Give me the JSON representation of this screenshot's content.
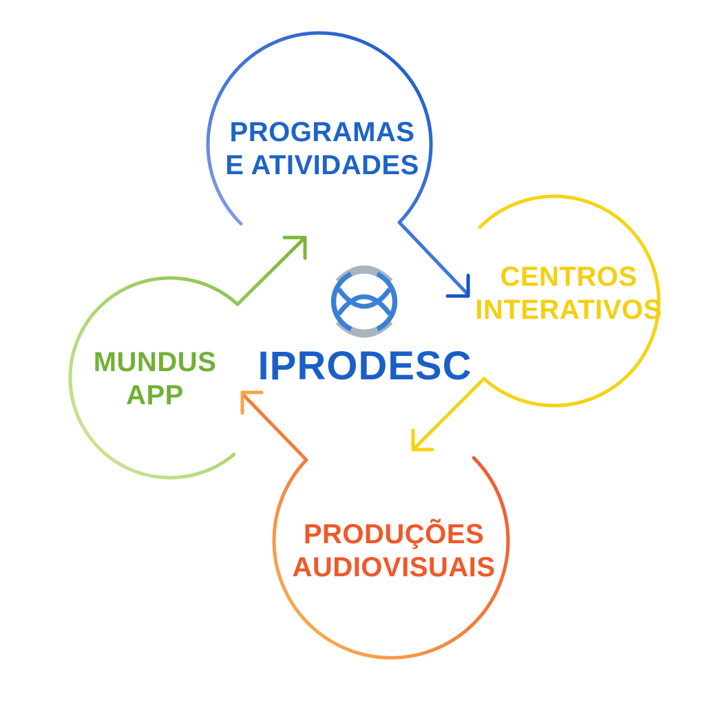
{
  "center": {
    "brand": "IPRODESC",
    "logo": "globe-logo-icon"
  },
  "nodes": [
    {
      "id": "programas",
      "lines": [
        "PROGRAMAS",
        "E ATIVIDADES"
      ],
      "color": "#1e63c8"
    },
    {
      "id": "centros",
      "lines": [
        "CENTROS",
        "INTERATIVOS"
      ],
      "color": "#f5cf10"
    },
    {
      "id": "producoes",
      "lines": [
        "PRODUÇÕES",
        "AUDIOVISUAIS"
      ],
      "color": "#f0582a"
    },
    {
      "id": "mundus",
      "lines": [
        "MUNDUS",
        "APP"
      ],
      "color": "#72b035"
    }
  ]
}
